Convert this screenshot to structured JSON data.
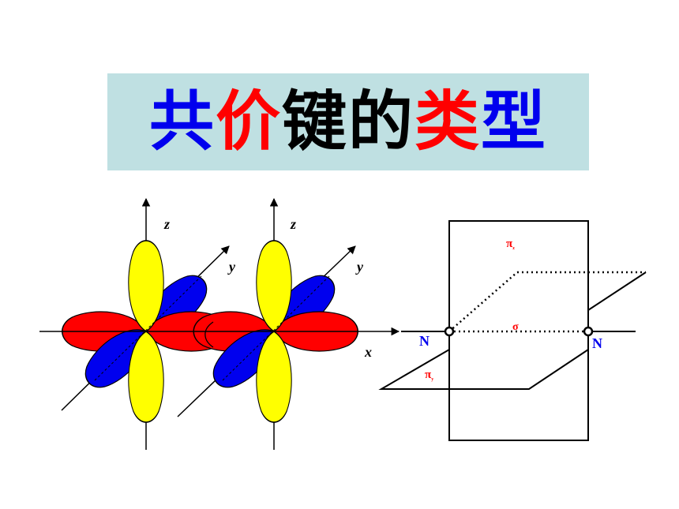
{
  "title": {
    "chars": [
      {
        "text": "共",
        "color": "#0000ee"
      },
      {
        "text": "价",
        "color": "#ff0000"
      },
      {
        "text": "键",
        "color": "#000000"
      },
      {
        "text": "的",
        "color": "#000000"
      },
      {
        "text": "类",
        "color": "#ff0000"
      },
      {
        "text": "型",
        "color": "#0000ee"
      }
    ]
  },
  "orbitals": {
    "axis_z": "z",
    "axis_y": "y",
    "axis_x": "x",
    "colors": {
      "yellow": "#ffff00",
      "blue": "#0000ee",
      "red": "#ff0000"
    }
  },
  "bond_diagram": {
    "atom_left": "N",
    "atom_right": "N",
    "pi_z": "π",
    "pi_z_sub": "z",
    "pi_y": "π",
    "pi_y_sub": "y",
    "sigma": "σ"
  }
}
